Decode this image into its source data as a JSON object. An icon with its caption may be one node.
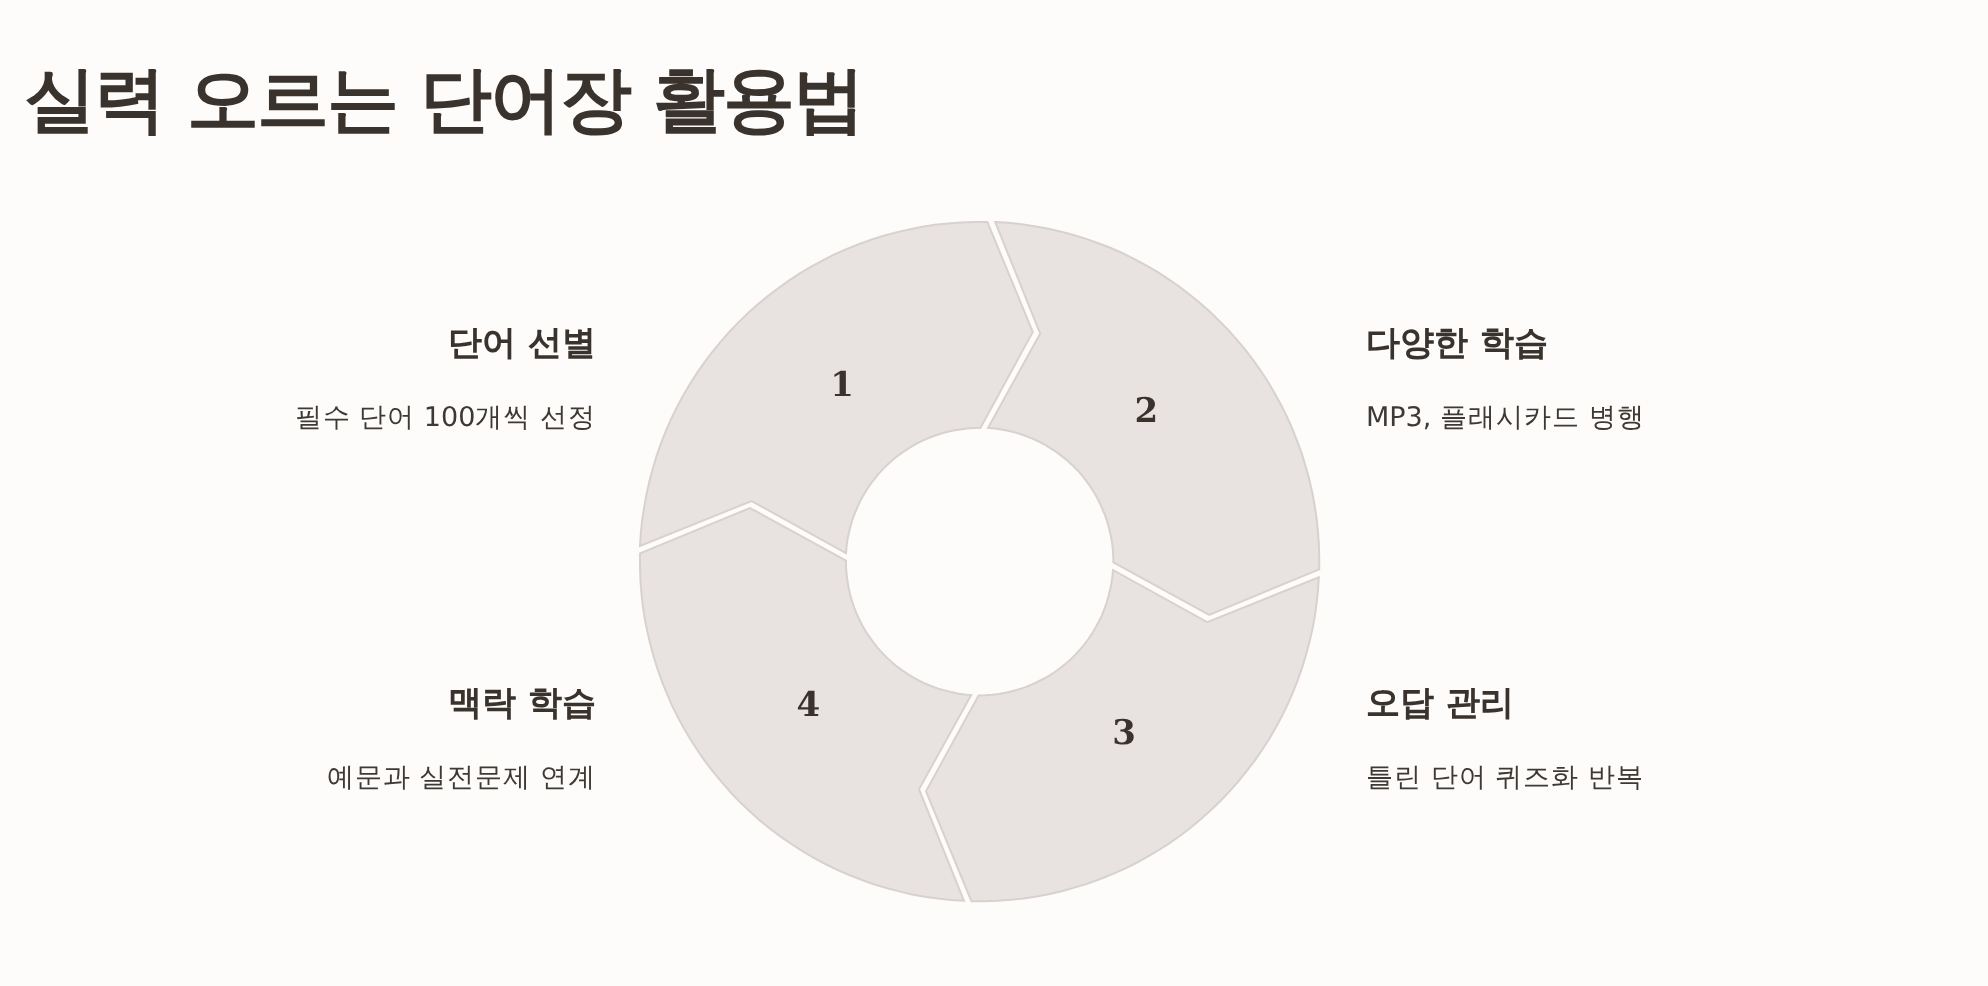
{
  "diagram": {
    "title": "실력 오르는 단어장 활용법",
    "nodes": [
      {
        "text": [
          "1"
        ],
        "beside": [
          "단어 선별",
          "필수 단어 100개씩 선정"
        ]
      },
      {
        "text": [
          "2"
        ],
        "beside": [
          "다양한 학습",
          "MP3, 플래시카드 병행"
        ]
      },
      {
        "text": [
          "3"
        ],
        "beside": [
          "오답 관리",
          "틀린 단어 퀴즈화 반복"
        ]
      },
      {
        "text": [
          "4"
        ],
        "beside": [
          "맥락 학습",
          "예문과 실전문제 연계"
        ]
      }
    ]
  }
}
